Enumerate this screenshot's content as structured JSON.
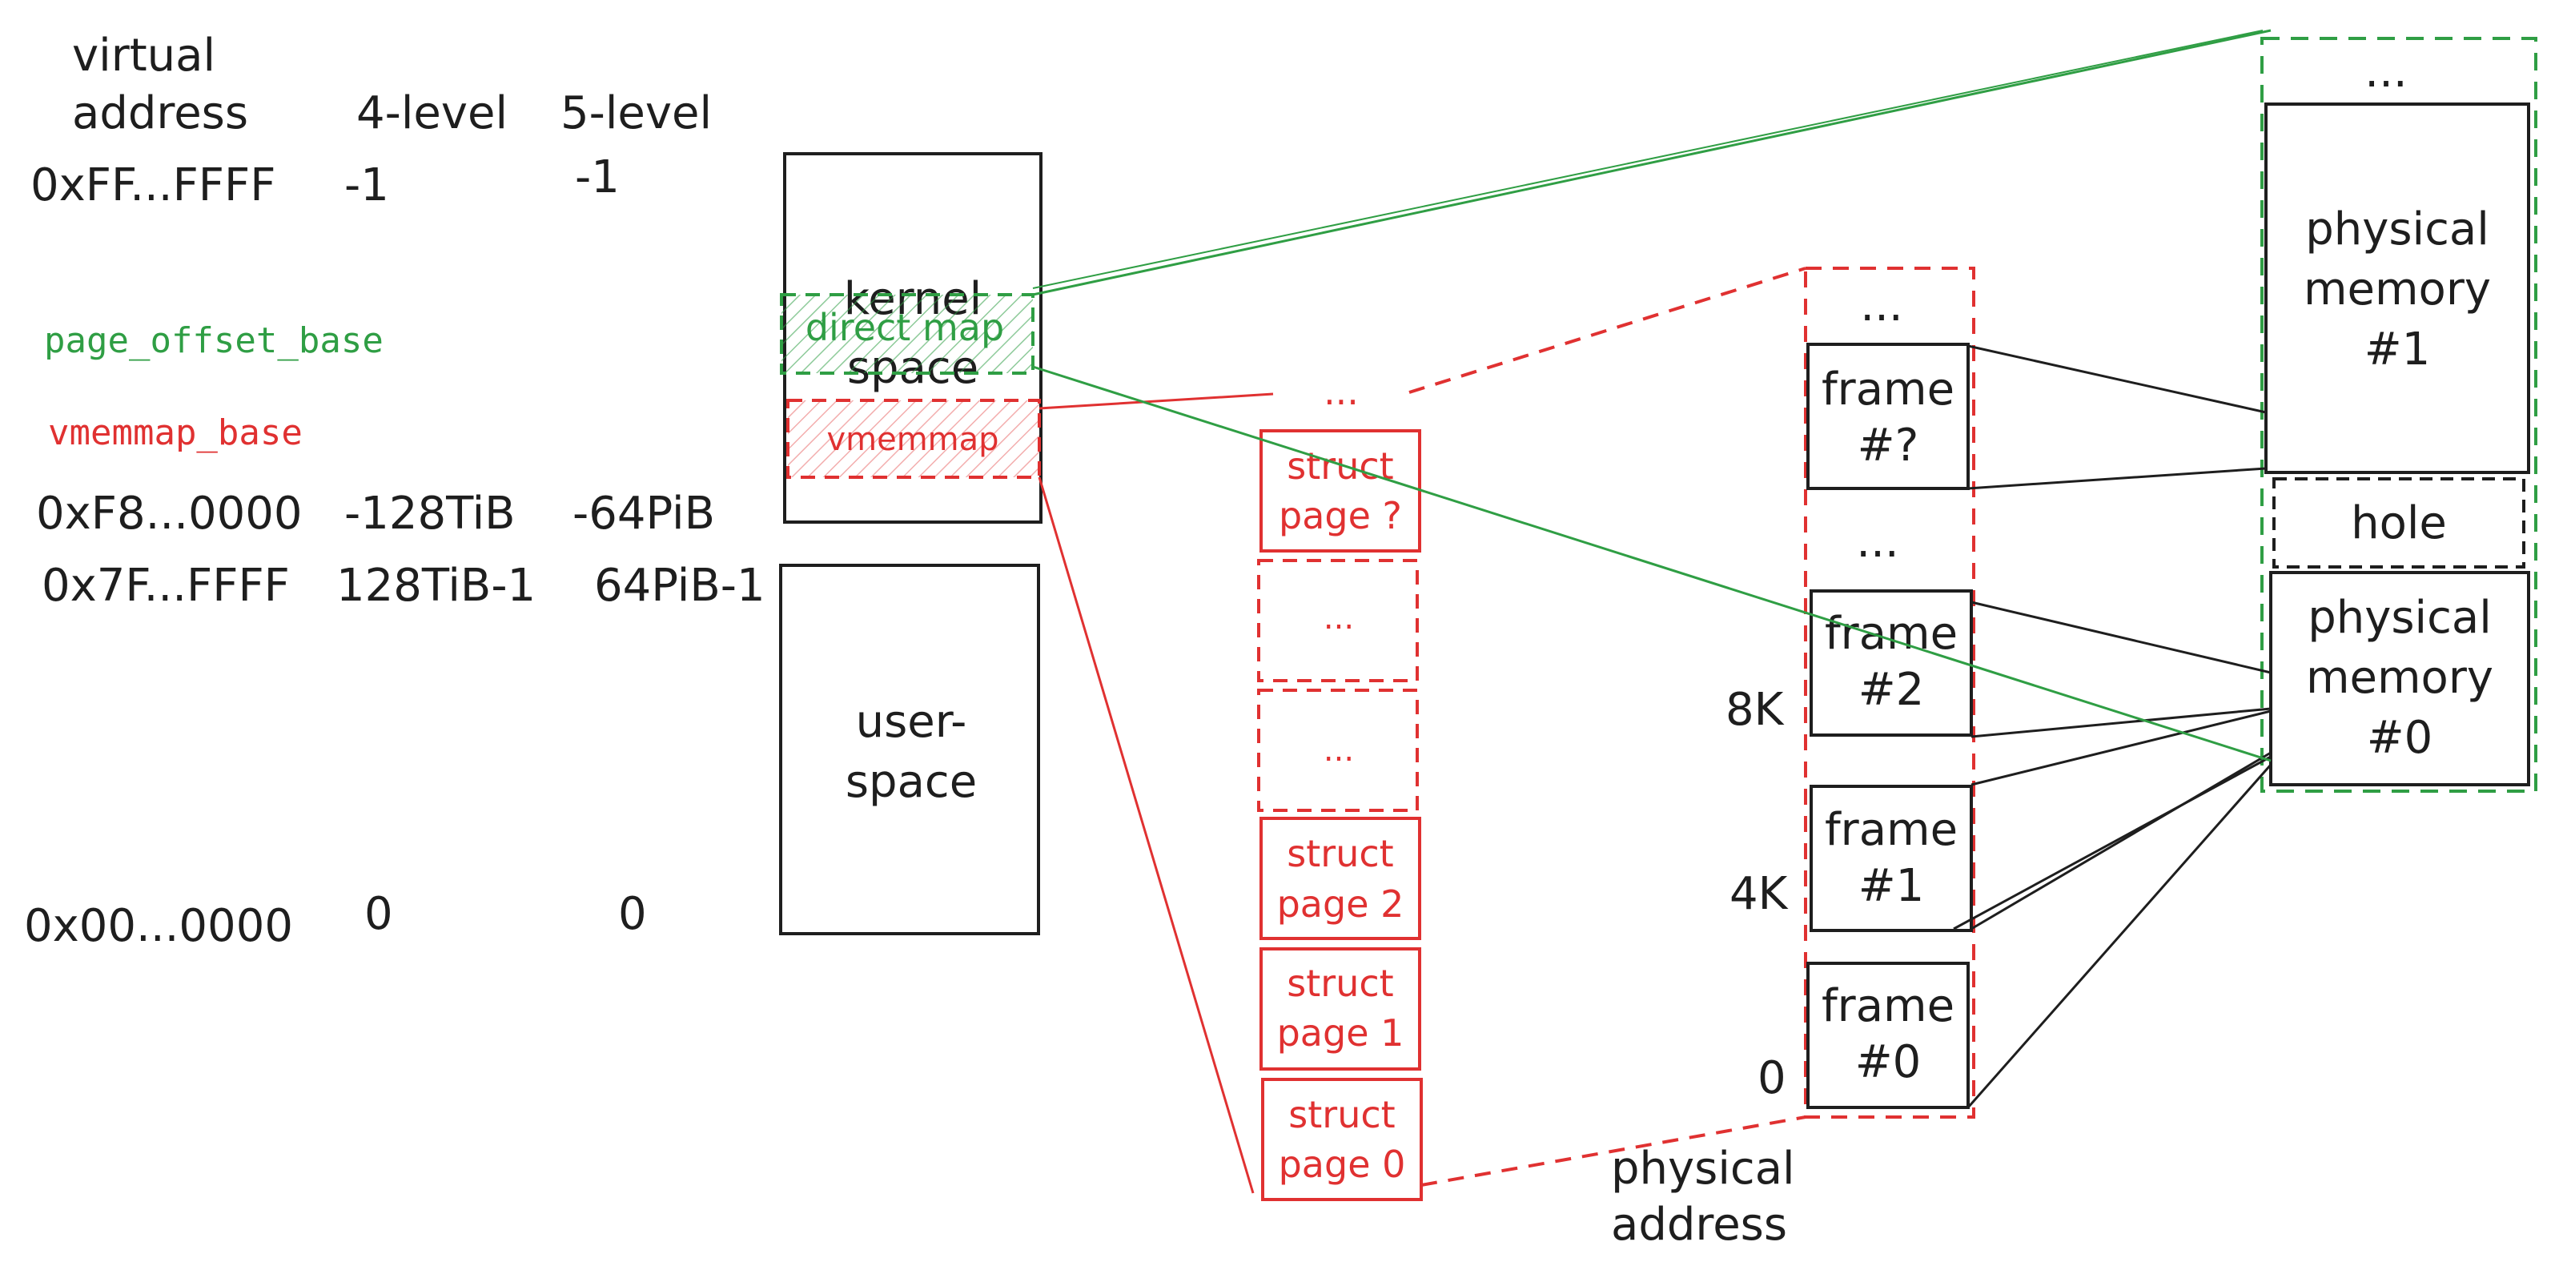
{
  "colors": {
    "ink": "#1e1e1e",
    "red": "#e03131",
    "green": "#2f9e44"
  },
  "header": {
    "virtual_address_line1": "virtual",
    "virtual_address_line2": "address",
    "four_level": "4-level",
    "five_level": "5-level"
  },
  "addresses": [
    {
      "addr": "0xFF...FFFF",
      "l4": "-1",
      "l5": "-1"
    },
    {
      "addr": "0xF8...0000",
      "l4": "-128TiB",
      "l5": "-64PiB"
    },
    {
      "addr": "0x7F...FFFF",
      "l4": "128TiB-1",
      "l5": "64PiB-1"
    },
    {
      "addr": "0x00...0000",
      "l4": "0",
      "l5": "0"
    }
  ],
  "bases": {
    "page_offset_base": "page_offset_base",
    "vmemmap_base": "vmemmap_base"
  },
  "virtual_space": {
    "kernel_line1": "kernel",
    "kernel_line2": "space",
    "direct_map": "direct map",
    "vmemmap": "vmemmap",
    "user_line1": "user-",
    "user_line2": "space"
  },
  "struct_pages": {
    "top_ellipsis": "...",
    "items": [
      {
        "line1": "struct",
        "line2": "page ?"
      },
      {
        "line1": "...",
        "line2": ""
      },
      {
        "line1": "...",
        "line2": ""
      },
      {
        "line1": "struct",
        "line2": "page 2"
      },
      {
        "line1": "struct",
        "line2": "page 1"
      },
      {
        "line1": "struct",
        "line2": "page 0"
      }
    ]
  },
  "frames": {
    "top_ellipsis": "...",
    "mid_ellipsis": "...",
    "items": [
      {
        "line1": "frame",
        "line2": "#?"
      },
      {
        "line1": "frame",
        "line2": "#2"
      },
      {
        "line1": "frame",
        "line2": "#1"
      },
      {
        "line1": "frame",
        "line2": "#0"
      }
    ],
    "offsets": [
      "8K",
      "4K",
      "0"
    ],
    "axis_label_line1": "physical",
    "axis_label_line2": "address"
  },
  "physical": {
    "top_ellipsis": "...",
    "mem1_line1": "physical",
    "mem1_line2": "memory",
    "mem1_line3": "#1",
    "hole": "hole",
    "mem0_line1": "physical",
    "mem0_line2": "memory",
    "mem0_line3": "#0"
  }
}
